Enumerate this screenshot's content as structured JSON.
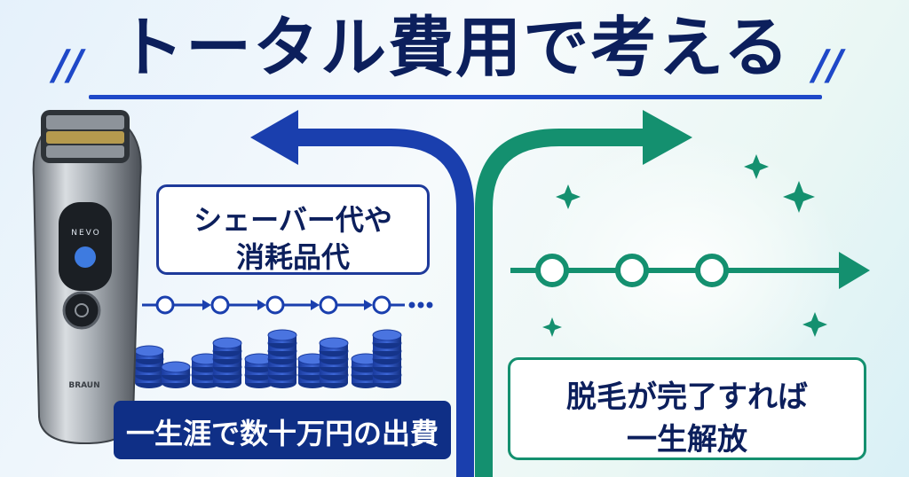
{
  "title": "トータル費用で考える",
  "decor_slash": "//",
  "left_path": {
    "box_line1": "シェーバー代や",
    "box_line2": "消耗品代",
    "banner": "一生涯で数十万円の出費"
  },
  "right_path": {
    "box_line1": "脱毛が完了すれば",
    "box_line2": "一生解放"
  },
  "shaver": {
    "brand_text": "BRAUN",
    "model_text": "NEVO"
  },
  "colors": {
    "navy": "#0f2f86",
    "blue": "#1e48c8",
    "green": "#14906f",
    "title": "#0c1f5c"
  }
}
